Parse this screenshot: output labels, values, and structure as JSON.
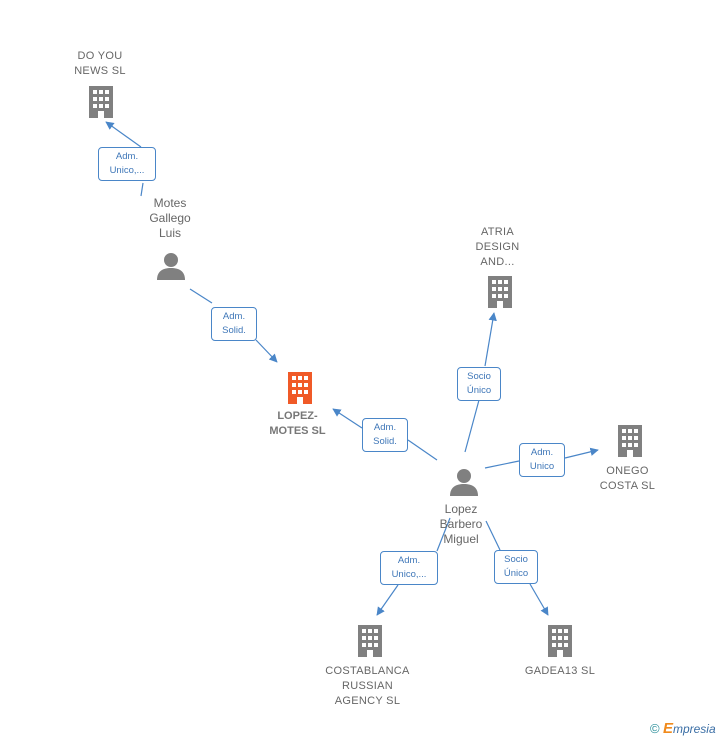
{
  "colors": {
    "edge": "#4a86c8",
    "node_icon": "#808080",
    "main_icon": "#f05a28"
  },
  "nodes": [
    {
      "id": "do_you_news",
      "type": "company",
      "label": "DO YOU\nNEWS  SL",
      "icon": "building-icon"
    },
    {
      "id": "motes_gallego",
      "type": "person",
      "label": "Motes\nGallego\nLuis",
      "icon": "person-icon"
    },
    {
      "id": "lopez_motes",
      "type": "company",
      "main": true,
      "label": "LOPEZ-\nMOTES  SL",
      "icon": "building-icon"
    },
    {
      "id": "atria",
      "type": "company",
      "label": "ATRIA\nDESIGN\nAND...",
      "icon": "building-icon"
    },
    {
      "id": "onego",
      "type": "company",
      "label": "ONEGO\nCOSTA  SL",
      "icon": "building-icon"
    },
    {
      "id": "lopez_barbero",
      "type": "person",
      "label": "Lopez\nBarbero\nMiguel",
      "icon": "person-icon"
    },
    {
      "id": "costablanca",
      "type": "company",
      "label": "COSTABLANCA\nRUSSIAN\nAGENCY SL",
      "icon": "building-icon"
    },
    {
      "id": "gadea13",
      "type": "company",
      "label": "GADEA13  SL",
      "icon": "building-icon"
    }
  ],
  "edges": [
    {
      "from": "motes_gallego",
      "to": "do_you_news",
      "label": "Adm.\nUnico,..."
    },
    {
      "from": "motes_gallego",
      "to": "lopez_motes",
      "label": "Adm.\nSolid."
    },
    {
      "from": "lopez_barbero",
      "to": "lopez_motes",
      "label": "Adm.\nSolid."
    },
    {
      "from": "lopez_barbero",
      "to": "atria",
      "label": "Socio\nÚnico"
    },
    {
      "from": "lopez_barbero",
      "to": "onego",
      "label": "Adm.\nUnico"
    },
    {
      "from": "lopez_barbero",
      "to": "costablanca",
      "label": "Adm.\nUnico,..."
    },
    {
      "from": "lopez_barbero",
      "to": "gadea13",
      "label": "Socio\nÚnico"
    }
  ],
  "brand": {
    "copyright": "©",
    "e": "E",
    "rest": "mpresia"
  }
}
